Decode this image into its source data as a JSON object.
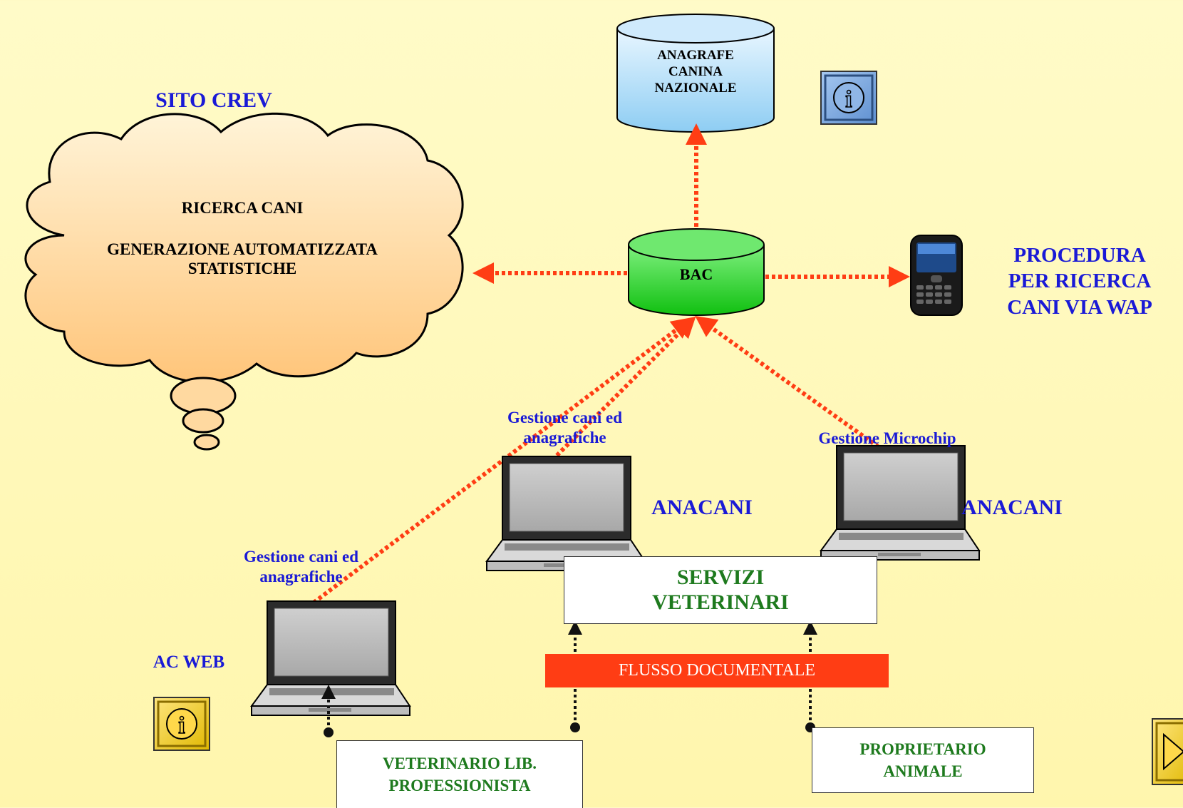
{
  "sito_crev": "SITO CREV",
  "cloud": {
    "line1": "RICERCA CANI",
    "line2": "GENERAZIONE AUTOMATIZZATA",
    "line3": "STATISTICHE"
  },
  "anagrafe": {
    "line1": "ANAGRAFE",
    "line2": "CANINA",
    "line3": "NAZIONALE"
  },
  "bac": "BAC",
  "wap": {
    "line1": "PROCEDURA",
    "line2": "PER RICERCA",
    "line3": "CANI VIA WAP"
  },
  "laptop_center": {
    "caption1": "Gestione cani ed",
    "caption2": "anagrafiche",
    "name": "ANACANI"
  },
  "laptop_right": {
    "caption": "Gestione Microchip",
    "name": "ANACANI"
  },
  "laptop_left": {
    "caption1": "Gestione cani ed",
    "caption2": "anagrafiche",
    "name": "AC WEB"
  },
  "servizi": {
    "line1": "SERVIZI",
    "line2": "VETERINARI"
  },
  "flusso": "FLUSSO DOCUMENTALE",
  "veterinario": {
    "line1": "VETERINARIO LIB.",
    "line2": "PROFESSIONISTA"
  },
  "proprietario": {
    "line1": "PROPRIETARIO",
    "line2": "ANIMALE"
  },
  "colors": {
    "background": "#fff9b8",
    "arrow": "#ff3d14",
    "label_blue": "#1a1ad6",
    "label_green": "#1e7a1e",
    "bac_green": "#27d827",
    "anagrafe_blue": "#9fd3f5"
  },
  "icons": {
    "info_blue": "info-icon",
    "info_gold": "info-icon",
    "next": "play-icon",
    "phone": "smartphone-icon",
    "laptop": "laptop-icon"
  }
}
